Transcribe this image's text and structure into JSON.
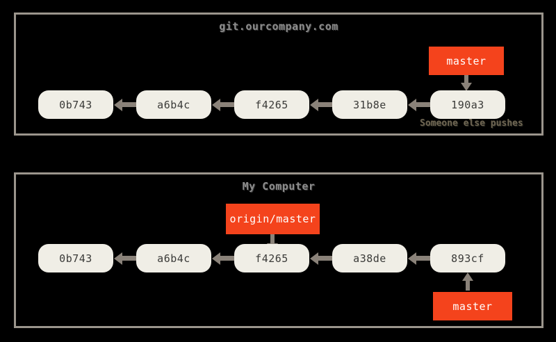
{
  "diagram": {
    "type": "git-history",
    "background_color": "#000000",
    "frame_color": "#9b958c",
    "commit_color": "#f0eee6",
    "ref_color": "#f4431c",
    "arrow_color": "#8a8279",
    "title_color": "#8b8b8b",
    "caption_color": "#6e6552"
  },
  "panels": [
    {
      "id": "remote",
      "title": "git.ourcompany.com",
      "commits": [
        "0b743",
        "a6b4c",
        "f4265",
        "31b8e",
        "190a3"
      ],
      "refs": [
        {
          "label": "master",
          "points_to": "190a3",
          "direction": "down"
        }
      ],
      "caption": "Someone else pushes"
    },
    {
      "id": "local",
      "title": "My Computer",
      "commits": [
        "0b743",
        "a6b4c",
        "f4265",
        "a38de",
        "893cf"
      ],
      "refs": [
        {
          "label": "origin/master",
          "points_to": "f4265",
          "direction": "down"
        },
        {
          "label": "master",
          "points_to": "893cf",
          "direction": "up"
        }
      ],
      "caption": ""
    }
  ]
}
